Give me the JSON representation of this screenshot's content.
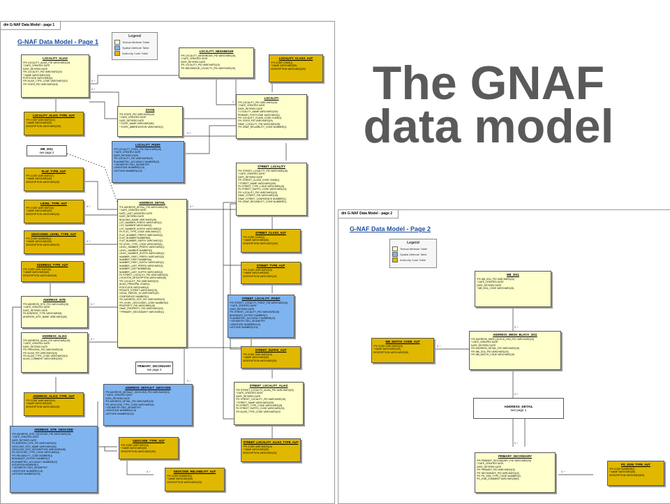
{
  "heading": {
    "line1": "The GNAF",
    "line2": "data model"
  },
  "colors": {
    "textual": "#ffffcc",
    "spatial": "#80b4f0",
    "authority": "#e0b800",
    "heading": "#5a5a5a",
    "title": "#1f4e9e"
  },
  "legend": {
    "title": "Legend",
    "items": [
      "Textual Attribute Table",
      "Spatial Attribute Table",
      "Authority Code Table"
    ]
  },
  "page1": {
    "tab": "dm G-NAF Data Model - page 1",
    "title": "G-NAF Data Model - Page 1",
    "entities": [
      {
        "name": "LOCALITY_ALIAS",
        "type": "tx",
        "fields": [
          "*PK LOCALITY_ALIAS_PID VARCHAR2(15)",
          "*  DATE_CREATED DATE",
          "   DATE_RETIRED DATE",
          "*FK LOCALITY_PID VARCHAR2(15)",
          "*  NAME VARCHAR2(100)",
          "   POSTCODE VARCHAR2(4)",
          "*FK ALIAS_TYPE_CODE VARCHAR2(10)",
          "*FK STATE_PID VARCHAR2(15)"
        ]
      },
      {
        "name": "LOCALITY_NEIGHBOUR",
        "type": "tx",
        "fields": [
          "*PK LOCALITY_NEIGHBOUR_PID VARCHAR2(15)",
          "*  DATE_CREATED DATE",
          "   DATE_RETIRED DATE",
          "*FK LOCALITY_PID VARCHAR2(15)",
          "*FK NEIGHBOUR_LOCALITY_PID VARCHAR2(15)"
        ]
      },
      {
        "name": "LOCALITY_CLASS_AUT",
        "type": "au",
        "fields": [
          "*PK CODE CHAR(1)",
          "*  NAME VARCHAR2(50)",
          "   DESCRIPTION VARCHAR2(200)"
        ]
      },
      {
        "name": "LOCALITY",
        "type": "tx",
        "fields": [
          "*PK LOCALITY_PID VARCHAR2(15)",
          "*  DATE_CREATED DATE",
          "   DATE_RETIRED DATE",
          "*  LOCALITY_NAME VARCHAR2(100)",
          "   PRIMARY_POSTCODE VARCHAR2(4)",
          "*FK LOCALITY_CLASS_CODE CHAR(1)",
          "*FK STATE_PID VARCHAR2(15)",
          "   GNAF_LOCALITY_PID VARCHAR2(15)",
          "*FK GNAF_RELIABILITY_CODE NUMBER(1)"
        ]
      },
      {
        "name": "STATE",
        "type": "tx",
        "fields": [
          "*PK STATE_PID VARCHAR2(15)",
          "*  DATE_CREATED DATE",
          "   DATE_RETIRED DATE",
          "*  STATE_NAME VARCHAR2(50)",
          "*  STATE_ABBREVIATION VARCHAR2(3)"
        ]
      },
      {
        "name": "LOCALITY_ALIAS_TYPE_AUT",
        "type": "au",
        "fields": [
          "*PK CODE VARCHAR2(10)",
          "*  NAME VARCHAR2(50)",
          "   DESCRIPTION VARCHAR2(100)"
        ]
      },
      {
        "name": "LOCALITY_POINT",
        "type": "sp",
        "fields": [
          "*PK LOCALITY_POINT_PID VARCHAR2(15)",
          "*  DATE_CREATED DATE",
          "   DATE_RETIRED DATE",
          "*FK LOCALITY_PID VARCHAR2(15)",
          "   PLANIMETRIC_ACCURACY NUMBER(12)",
          "*  GEOMETRY SDO_GEOMETRY",
          "   LONGITUDE NUMBER(11,8)",
          "   LATITUDE NUMBER(10,8)"
        ]
      },
      {
        "name": "FLAT_TYPE_AUT",
        "type": "au",
        "fields": [
          "*PK CODE VARCHAR2(7)",
          "*  NAME VARCHAR2(50)",
          "   DESCRIPTION VARCHAR2(30)"
        ]
      },
      {
        "name": "STREET_LOCALITY",
        "type": "tx",
        "fields": [
          "*PK STREET_LOCALITY_PID VARCHAR2(15)",
          "*  DATE_CREATED DATE",
          "   DATE_RETIRED DATE",
          "*FK STREET_CLASS_CODE CHAR(1)",
          "*  STREET_NAME VARCHAR2(100)",
          "FK STREET_TYPE_CODE VARCHAR2(15)",
          "FK STREET_SUFFIX_CODE VARCHAR2(15)",
          "*FK LOCALITY_PID VARCHAR2(15)",
          "   GNAF_STREET_PID VARCHAR2(15)",
          "   GNAF_STREET_CONFIDENCE NUMBER(1)",
          "*FK GNAF_RELIABILITY_CODE NUMBER(1)"
        ]
      },
      {
        "name": "LEVEL_TYPE_AUT",
        "type": "au",
        "fields": [
          "*PK CODE VARCHAR2(4)",
          "*  NAME VARCHAR2(50)",
          "   DESCRIPTION VARCHAR2(30)"
        ]
      },
      {
        "name": "ADDRESS_DETAIL",
        "type": "tx",
        "fields": [
          "*PK ADDRESS_DETAIL_PID VARCHAR2(15)",
          "*  DATE_CREATED DATE",
          "   DATE_LAST_MODIFIED DATE",
          "   DATE_RETIRED DATE",
          "   BUILDING_NAME VARCHAR2(45)",
          "   LOT_NUMBER_PREFIX VARCHAR2(2)",
          "   LOT_NUMBER VARCHAR2(5)",
          "   LOT_NUMBER_SUFFIX VARCHAR2(2)",
          "FK FLAT_TYPE_CODE VARCHAR2(7)",
          "   FLAT_NUMBER_PREFIX VARCHAR2(2)",
          "   FLAT_NUMBER NUMBER(5)",
          "   FLAT_NUMBER_SUFFIX VARCHAR2(2)",
          "FK LEVEL_TYPE_CODE VARCHAR2(4)",
          "   LEVEL_NUMBER_PREFIX VARCHAR2(2)",
          "   LEVEL_NUMBER NUMBER(3)",
          "   LEVEL_NUMBER_SUFFIX VARCHAR2(2)",
          "   NUMBER_FIRST_PREFIX VARCHAR2(3)",
          "   NUMBER_FIRST NUMBER(6)",
          "   NUMBER_FIRST_SUFFIX VARCHAR2(2)",
          "   NUMBER_LAST_PREFIX VARCHAR2(3)",
          "   NUMBER_LAST NUMBER(6)",
          "   NUMBER_LAST_SUFFIX VARCHAR2(2)",
          "FK STREET_LOCALITY_PID VARCHAR2(15)",
          "   LOCATION_DESCRIPTION VARCHAR2(45)",
          "*FK LOCALITY_PID VARCHAR2(15)",
          "   ALIAS_PRINCIPAL CHAR(1)",
          "   POSTCODE VARCHAR2(4)",
          "   PRIVATE_STREET VARCHAR2(75)",
          "   LEGAL_PARCEL_ID VARCHAR2(20)",
          "   CONFIDENCE NUMBER(1)",
          "*FK ADDRESS_SITE_PID VARCHAR2(15)",
          "*FK LEVEL_GEOCODED_CODE NUMBER(2)",
          "   PROPERTY_PID VARCHAR2(15)",
          "   GNAF_PROPERTY_PID VARCHAR2(15)",
          "*  PRIMARY_SECONDARY VARCHAR2(1)"
        ]
      },
      {
        "name": "GEOCODED_LEVEL_TYPE_AUT",
        "type": "au",
        "fields": [
          "*PK CODE NUMBER(2)",
          "*  NAME VARCHAR2(50)",
          "   DESCRIPTION VARCHAR2(70)"
        ]
      },
      {
        "name": "STREET_CLASS_AUT",
        "type": "au",
        "fields": [
          "*PK CODE CHAR(1)",
          "*  NAME VARCHAR2(50)",
          "   DESCRIPTION VARCHAR2(200)"
        ]
      },
      {
        "name": "ADDRESS_TYPE_AUT",
        "type": "au",
        "fields": [
          "*PK CODE VARCHAR2(8)",
          "*  NAME VARCHAR2(50)",
          "   DESCRIPTION VARCHAR2(30)"
        ]
      },
      {
        "name": "STREET_TYPE_AUT",
        "type": "au",
        "fields": [
          "*PK CODE VARCHAR2(15)",
          "*  NAME VARCHAR2(50)",
          "   DESCRIPTION VARCHAR2(15)"
        ]
      },
      {
        "name": "ADDRESS_SITE",
        "type": "tx",
        "fields": [
          "*PK ADDRESS_SITE_PID VARCHAR2(15)",
          "*  DATE_CREATED DATE",
          "   DATE_RETIRED DATE",
          "FK ADDRESS_TYPE VARCHAR2(8)",
          "   ADDRESS_SITE_NAME VARCHAR2(45)"
        ]
      },
      {
        "name": "STREET_LOCALITY_POINT",
        "type": "sp",
        "fields": [
          "*PK STREET_LOCALITY_POINT_PID VARCHAR2(15)",
          "*  DATE_CREATED DATE",
          "   DATE_RETIRED DATE",
          "*FK STREET_LOCALITY_PID VARCHAR2(15)",
          "   BOUNDARY_EXTENT NUMBER(7)",
          "   PLANIMETRIC_ACCURACY NUMBER(12)",
          "*  GEOMETRY SDO_GEOMETRY",
          "   LONGITUDE NUMBER(11,8)",
          "   LATITUDE NUMBER(10,8)"
        ]
      },
      {
        "name": "ADDRESS_ALIAS",
        "type": "tx",
        "fields": [
          "*PK ADDRESS_ALIAS_PID VARCHAR2(15)",
          "*  DATE_CREATED DATE",
          "   DATE_RETIRED DATE",
          "*FK PRINCIPAL_PID VARCHAR2(15)",
          "*FK ALIAS_PID VARCHAR2(15)",
          "*FK ALIAS_TYPE_CODE VARCHAR2(10)",
          "   ALIAS_COMMENT VARCHAR2(200)"
        ]
      },
      {
        "name": "STREET_SUFFIX_AUT",
        "type": "au",
        "fields": [
          "*PK CODE VARCHAR2(15)",
          "*  NAME VARCHAR2(50)",
          "   DESCRIPTION VARCHAR2(30)"
        ]
      },
      {
        "name": "ADDRESS_DEFAULT_GEOCODE",
        "type": "sp",
        "fields": [
          "*PK ADDRESS_DEFAULT_GEOCODE_PID VARCHAR2(15)",
          "*  DATE_CREATED DATE",
          "   DATE_RETIRED DATE",
          "*FK ADDRESS_DETAIL_PID VARCHAR2(15)",
          "*FK GEOCODE_TYPE_CODE VARCHAR2(4)",
          "*  GEOMETRY SDO_GEOMETRY",
          "   LONGITUDE NUMBER(11,8)",
          "   LATITUDE NUMBER(10,8)"
        ]
      },
      {
        "name": "STREET_LOCALITY_ALIAS",
        "type": "tx",
        "fields": [
          "*PK STREET_LOCALITY_ALIAS_PID VARCHAR2(15)",
          "*  DATE_CREATED DATE",
          "   DATE_RETIRED DATE",
          "*FK STREET_LOCALITY_PID VARCHAR2(15)",
          "*  STREET_NAME VARCHAR2(100)",
          "FK STREET_TYPE_CODE VARCHAR2(15)",
          "FK STREET_SUFFIX_CODE VARCHAR2(15)",
          "*FK ALIAS_TYPE_CODE VARCHAR2(10)"
        ]
      },
      {
        "name": "ADDRESS_ALIAS_TYPE_AUT",
        "type": "au",
        "fields": [
          "*PK CODE VARCHAR2(10)",
          "*  NAME VARCHAR2(50)",
          "   DESCRIPTION VARCHAR2(30)"
        ]
      },
      {
        "name": "ADDRESS_SITE_GEOCODE",
        "type": "sp",
        "fields": [
          "*PK ADDRESS_SITE_GEOCODE_PID VARCHAR2(15)",
          "*  DATE_CREATED DATE",
          "   DATE_RETIRED DATE",
          "FK ADDRESS_SITE_PID VARCHAR2(15)",
          "   GEOCODE_SITE_NAME VARCHAR2(45)",
          "   GEOCODE_SITE_DESCRIPTION VARCHAR2(45)",
          "FK GEOCODE_TYPE_CODE VARCHAR2(4)",
          "*FK RELIABILITY_CODE NUMBER(1)",
          "   BOUNDARY_EXTENT NUMBER(7)",
          "   PLANIMETRIC_ACCURACY NUMBER(12)",
          "   ELEVATION NUMBER(7)",
          "*  GEOMETRY SDO_GEOMETRY",
          "   LONGITUDE NUMBER(11,8)",
          "   LATITUDE NUMBER(10,8)"
        ]
      },
      {
        "name": "GEOCODE_TYPE_AUT",
        "type": "au",
        "fields": [
          "*PK CODE VARCHAR2(4)",
          "*  NAME VARCHAR2(50)",
          "   DESCRIPTION VARCHAR2(250)"
        ]
      },
      {
        "name": "STREET_LOCALITY_ALIAS_TYPE_AUT",
        "type": "au",
        "fields": [
          "*PK CODE VARCHAR2(10)",
          "*  NAME VARCHAR2(50)",
          "   DESCRIPTION VARCHAR2(15)"
        ]
      },
      {
        "name": "GEOCODE_RELIABILITY_AUT",
        "type": "au",
        "fields": [
          "*PK CODE NUMBER(1)",
          "*  NAME VARCHAR2(50)",
          "   DESCRIPTION VARCHAR2(100)"
        ]
      }
    ],
    "refs": [
      {
        "name": "MB_2011",
        "sub": "see page 2"
      },
      {
        "name": "PRIMARY_SECONDARY",
        "sub": "see page 2"
      }
    ]
  },
  "page2": {
    "tab": "dm G-NAF Data Model - page 2",
    "title": "G-NAF Data Model - Page 2",
    "entities": [
      {
        "name": "MB_2011",
        "type": "tx",
        "fields": [
          "*PK MB_2011_PID VARCHAR2(15)",
          "*  DATE_CREATED DATE",
          "   DATE_RETIRED DATE",
          "*  MB_2011_CODE VARCHAR2(15)"
        ]
      },
      {
        "name": "ADDRESS_MESH_BLOCK_2011",
        "type": "tx",
        "fields": [
          "*PK ADDRESS_MESH_BLOCK_2011_PID VARCHAR2(15)",
          "*  DATE_CREATED DATE",
          "   DATE_RETIRED DATE",
          "*FK ADDRESS_DETAIL_PID VARCHAR2(15)",
          "*FK MB_2011_PID VARCHAR2(15)",
          "*FK MB_MATCH_CODE VARCHAR2(15)"
        ]
      },
      {
        "name": "MB_MATCH_CODE_AUT",
        "type": "au",
        "fields": [
          "*PK CODE VARCHAR2(15)",
          "*  NAME VARCHAR2(100)",
          "   DESCRIPTION VARCHAR2(250)"
        ]
      },
      {
        "name": "PRIMARY_SECONDARY",
        "type": "tx",
        "fields": [
          "*PK PRIMARY_SECONDARY_PID VARCHAR2(15)",
          "*  DATE_CREATED DATE",
          "   DATE_RETIRED DATE",
          "*FK PRIMARY_PID VARCHAR2(15)",
          "*FK SECONDARY_PID VARCHAR2(15)",
          "*FK PS_JOIN_TYPE_CODE NUMBER(2)",
          "   PS_JOIN_COMMENT VARCHAR2(500)"
        ]
      },
      {
        "name": "PS_JOIN_TYPE_AUT",
        "type": "au",
        "fields": [
          "*PK CODE NUMBER(2)",
          "*  NAME VARCHAR2(50)",
          "   DESCRIPTION VARCHAR2(500)"
        ]
      }
    ],
    "refs": [
      {
        "name": "ADDRESS_DETAIL",
        "sub": "see page 1"
      }
    ]
  },
  "cardinality": {
    "many": "0..*",
    "one": "1"
  }
}
